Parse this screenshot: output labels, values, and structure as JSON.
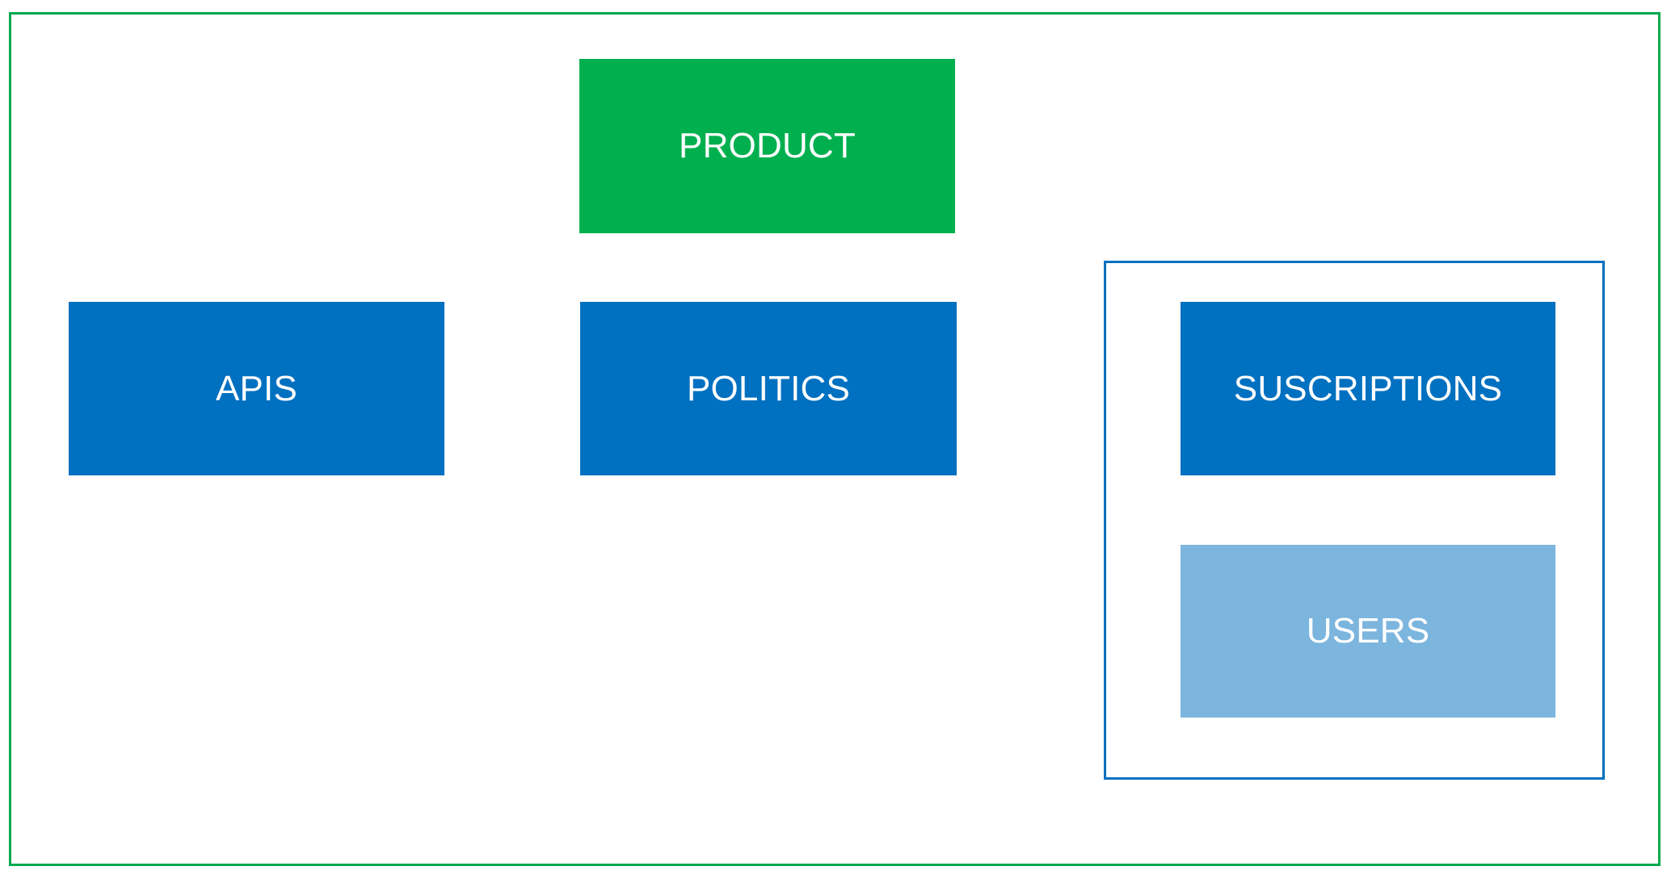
{
  "diagram": {
    "background": "#ffffff",
    "outer_frame": {
      "name": "outer-frame",
      "border_color": "#00a94f",
      "label": ""
    },
    "group": {
      "name": "subscriptions-users-group",
      "border_color": "#0070c0",
      "label": ""
    },
    "nodes": [
      {
        "id": "product",
        "label": "PRODUCT",
        "fill": "#00b04f",
        "text_color": "#ffffff"
      },
      {
        "id": "apis",
        "label": "APIS",
        "fill": "#0070c0",
        "text_color": "#ffffff"
      },
      {
        "id": "politics",
        "label": "POLITICS",
        "fill": "#0070c0",
        "text_color": "#ffffff"
      },
      {
        "id": "suscriptions",
        "label": "SUSCRIPTIONS",
        "fill": "#0070c0",
        "text_color": "#ffffff"
      },
      {
        "id": "users",
        "label": "USERS",
        "fill": "#7cb5de",
        "text_color": "#ffffff"
      }
    ]
  }
}
